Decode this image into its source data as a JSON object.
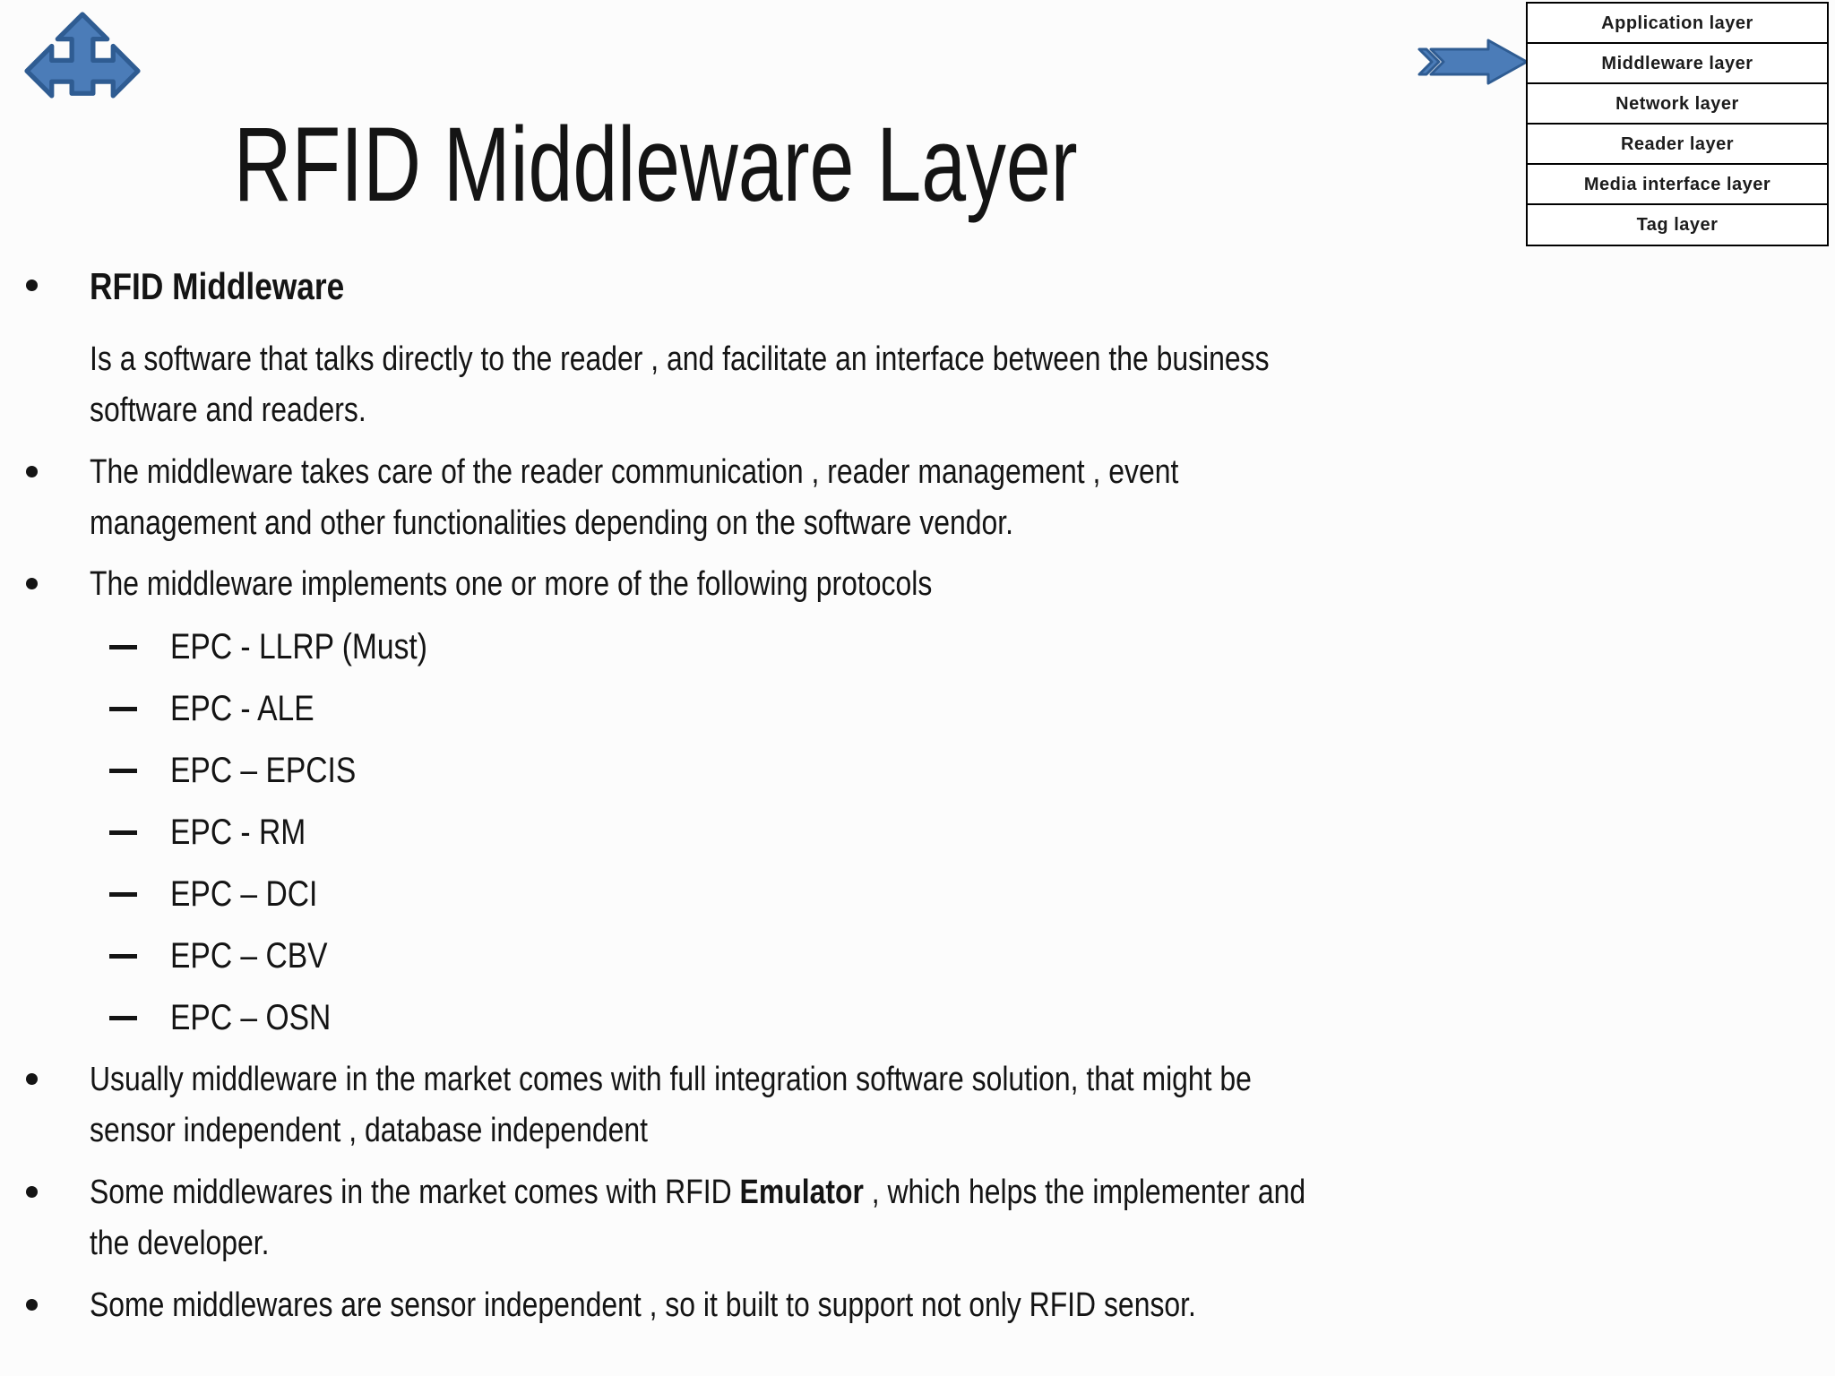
{
  "slide": {
    "title": "RFID Middleware Layer",
    "bullet1": {
      "heading": "RFID Middleware",
      "body": "Is a software that talks directly to the reader , and facilitate an interface between the business\nsoftware and readers."
    },
    "bullet2": "The middleware takes care of the reader communication , reader management , event\nmanagement  and other functionalities depending on the software vendor.",
    "bullet3": "The middleware implements one or more of the following protocols",
    "protocols": [
      "EPC - LLRP (Must)",
      "EPC - ALE",
      "EPC – EPCIS",
      "EPC - RM",
      "EPC – DCI",
      "EPC – CBV",
      "EPC – OSN"
    ],
    "bullet4": "Usually middleware in the market comes  with full integration software solution, that might be\nsensor independent , database independent",
    "bullet5": {
      "prefix": "Some middlewares in the market comes with RFID ",
      "bold": "Emulator",
      "suffix": " , which helps the implementer and\nthe developer."
    },
    "bullet6": "Some middlewares are sensor independent , so it built to support not only RFID sensor."
  },
  "diagram": {
    "layers": [
      "Application layer",
      "Middleware layer",
      "Network layer",
      "Reader layer",
      "Media interface layer",
      "Tag layer"
    ],
    "highlighted_layer": "Middleware layer"
  },
  "icons": {
    "top_left": "three-way-arrows-icon",
    "pointer": "right-arrow-icon"
  },
  "colors": {
    "arrow_fill": "#4b7cb8",
    "arrow_stroke": "#2f5c92",
    "text": "#141414",
    "background": "#fcfcfc",
    "diagram_border": "#000000"
  }
}
